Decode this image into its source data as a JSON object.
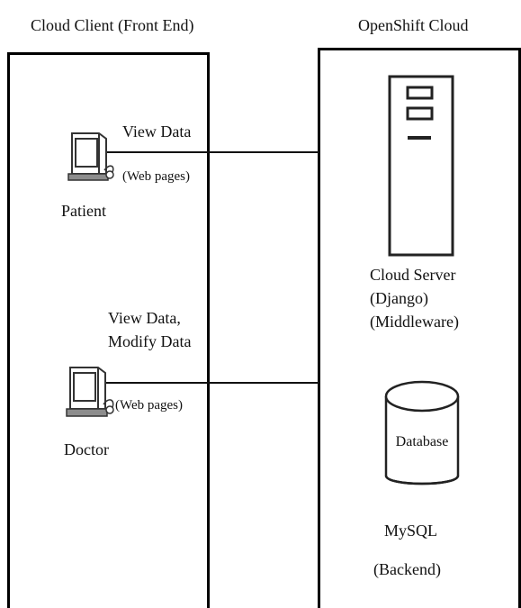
{
  "client_panel": {
    "title": "Cloud Client (Front End)"
  },
  "cloud_panel": {
    "title": "OpenShift Cloud"
  },
  "patient": {
    "access_label": "View Data",
    "pages_label": "(Web pages)",
    "name": "Patient",
    "icon": "computer-icon"
  },
  "doctor": {
    "access_label_line1": "View Data,",
    "access_label_line2": "Modify Data",
    "pages_label": "(Web pages)",
    "name": "Doctor",
    "icon": "computer-icon"
  },
  "server": {
    "label_line1": "Cloud Server",
    "label_line2": "(Django)",
    "label_line3": "(Middleware)",
    "icon": "server-icon"
  },
  "database": {
    "icon_label": "Database",
    "label_line1": "MySQL",
    "label_line2": "(Backend)",
    "icon": "database-icon"
  }
}
